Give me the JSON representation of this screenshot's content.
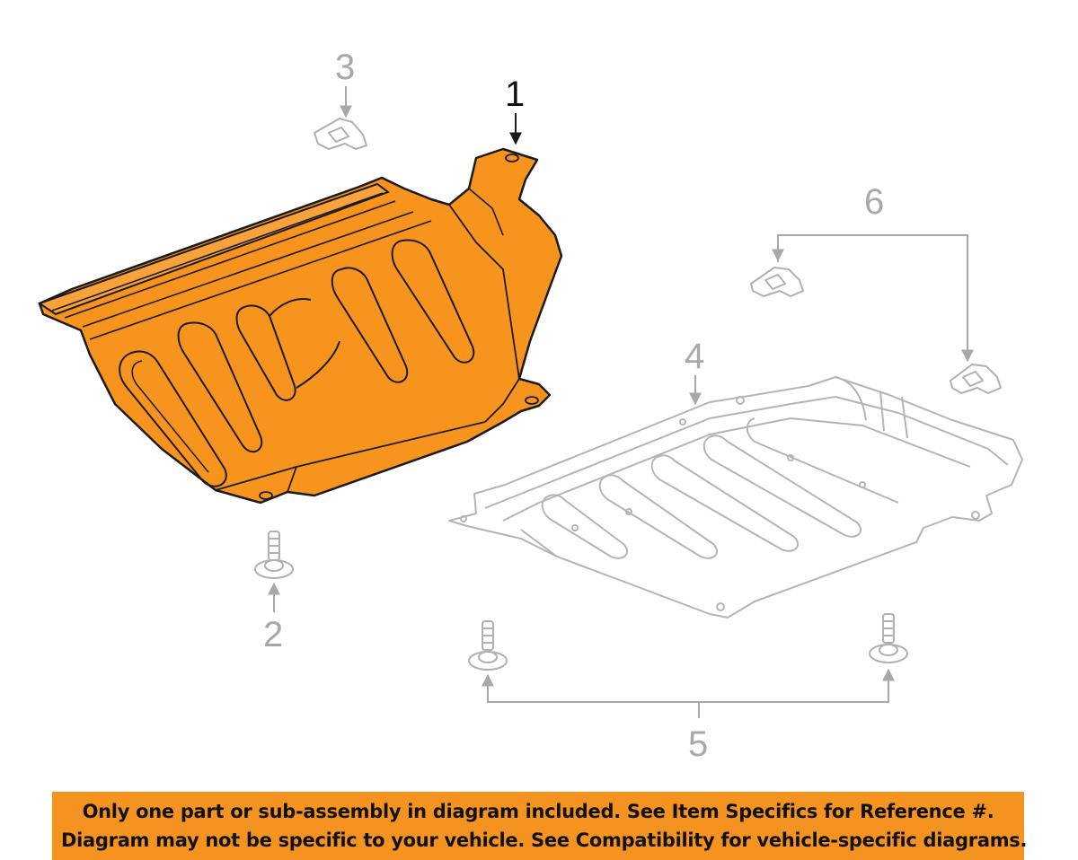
{
  "callouts": {
    "part_1": "1",
    "part_2": "2",
    "part_3": "3",
    "part_4": "4",
    "part_5": "5",
    "part_6": "6"
  },
  "colors": {
    "highlight_part": "#f7941d",
    "outline_dark": "#1a1a1a",
    "ghost_parts": "#b0b0b0",
    "banner_background": "#f4931f",
    "banner_text": "#111111"
  },
  "banner": {
    "line1": "Only one part or sub-assembly in diagram included. See Item Specifics for Reference #.",
    "line2": "Diagram may not be specific to your vehicle. See Compatibility for vehicle-specific diagrams."
  }
}
